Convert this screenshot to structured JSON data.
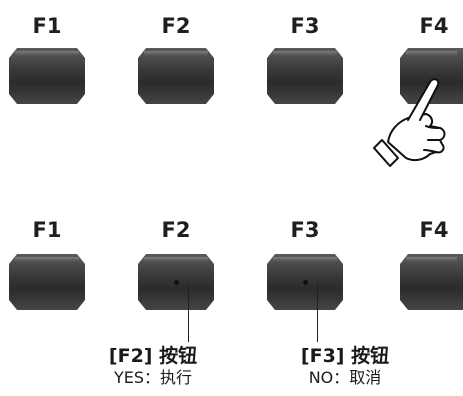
{
  "top_row": {
    "labels": [
      "F1",
      "F2",
      "F3",
      "F4"
    ]
  },
  "bottom_row": {
    "labels": [
      "F1",
      "F2",
      "F3",
      "F4"
    ]
  },
  "captions": {
    "f2": {
      "title": "[F2] 按钮",
      "sub": "YES：执行"
    },
    "f3": {
      "title": "[F3] 按钮",
      "sub": "NO：取消"
    }
  },
  "colors": {
    "button_dark": "#2b2b2b",
    "button_light": "#5b5b5b",
    "text": "#1e1e1e"
  },
  "icons": [
    "pointing-hand-icon"
  ]
}
